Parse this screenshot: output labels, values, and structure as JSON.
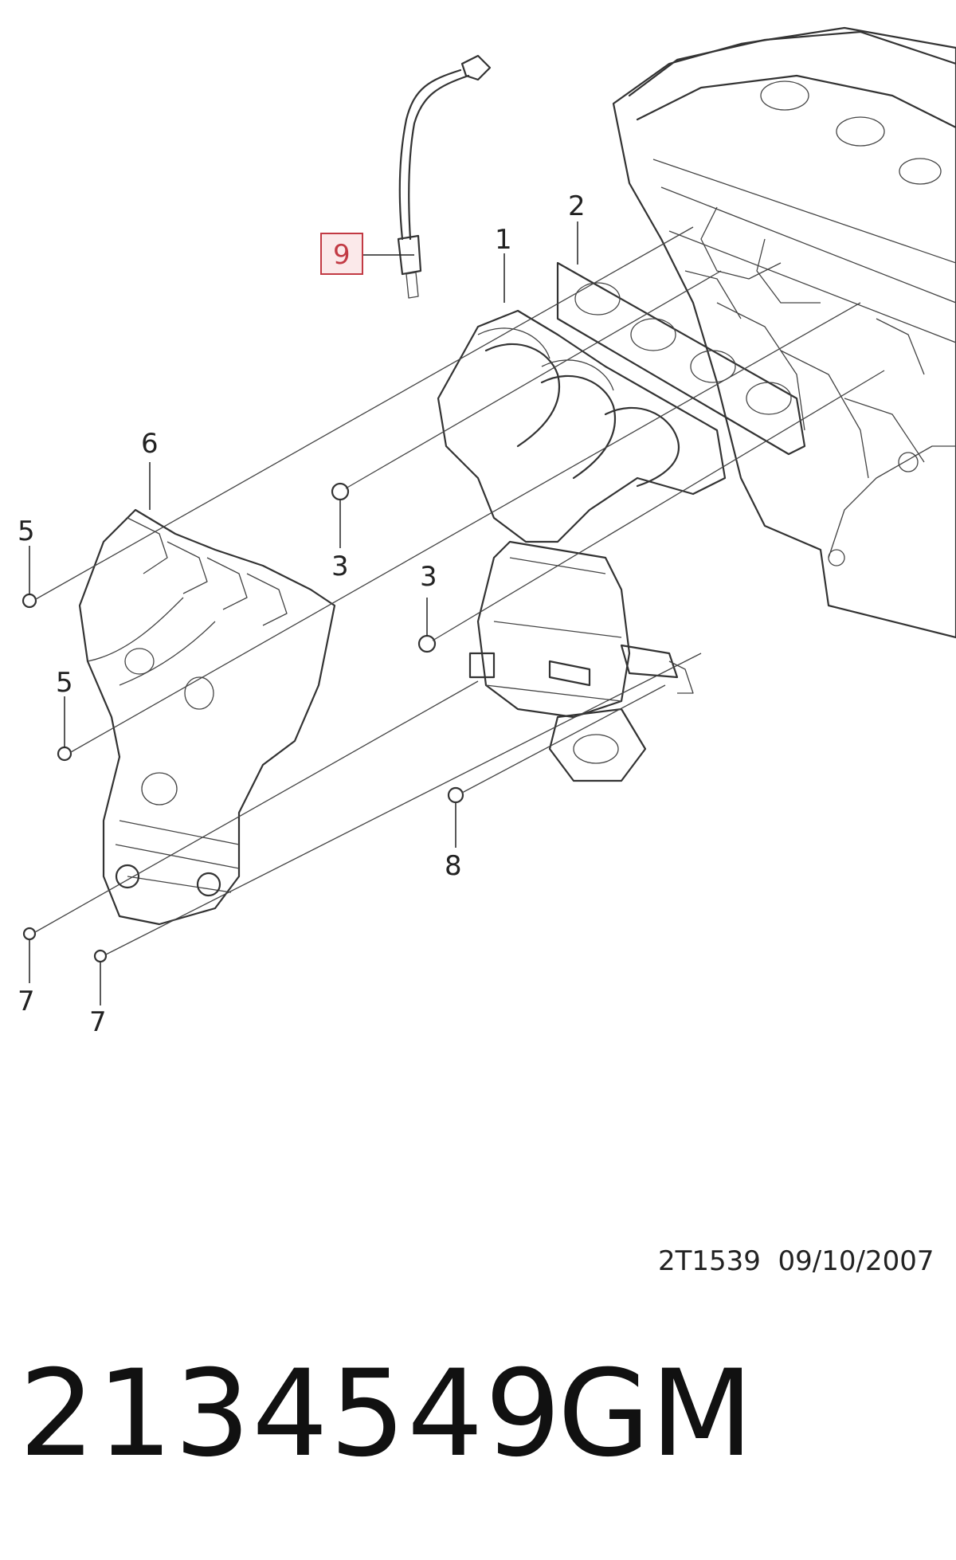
{
  "diagram": {
    "callouts": [
      {
        "id": "c1",
        "label": "1"
      },
      {
        "id": "c2",
        "label": "2"
      },
      {
        "id": "c3a",
        "label": "3"
      },
      {
        "id": "c3b",
        "label": "3"
      },
      {
        "id": "c5a",
        "label": "5"
      },
      {
        "id": "c5b",
        "label": "5"
      },
      {
        "id": "c6",
        "label": "6"
      },
      {
        "id": "c7a",
        "label": "7"
      },
      {
        "id": "c7b",
        "label": "7"
      },
      {
        "id": "c8",
        "label": "8"
      },
      {
        "id": "c9",
        "label": "9",
        "highlighted": true
      }
    ],
    "highlight_color": "#c23a44"
  },
  "footer": {
    "ref_code": "2T1539  09/10/2007",
    "part_number": "2134549",
    "brand": "GM"
  }
}
